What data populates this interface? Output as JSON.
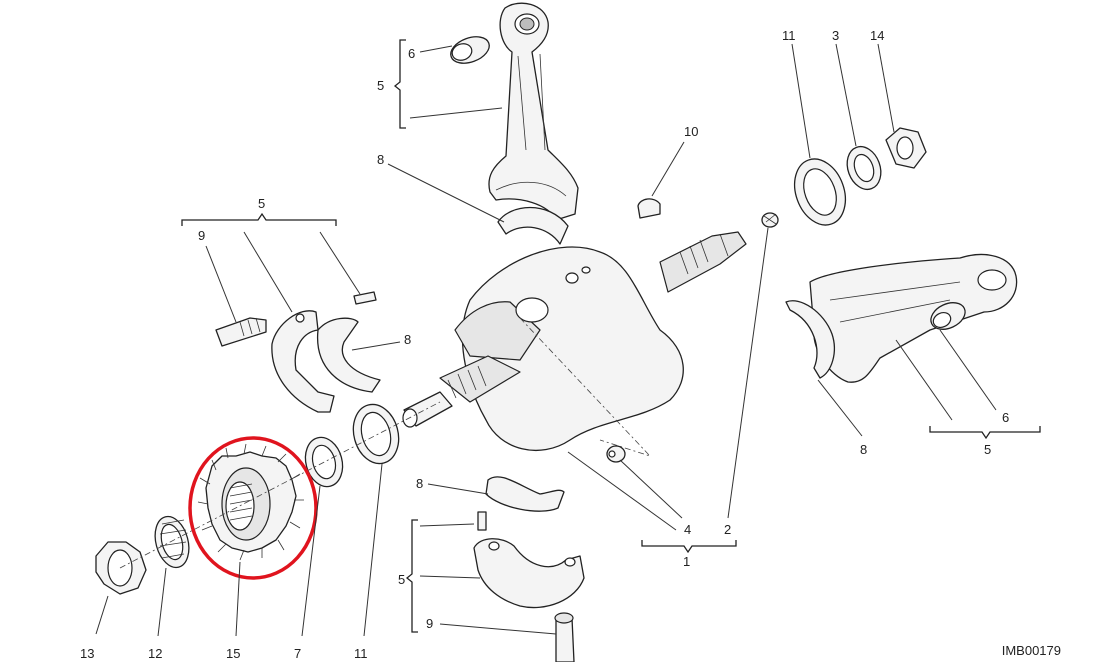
{
  "image_code": "IMB00179",
  "highlight_color": "#e0141e",
  "callouts": {
    "c1": "1",
    "c2": "2",
    "c3": "3",
    "c4": "4",
    "c5a": "5",
    "c5b": "5",
    "c5c": "5",
    "c5d": "5",
    "c6a": "6",
    "c6b": "6",
    "c7": "7",
    "c8a": "8",
    "c8b": "8",
    "c8c": "8",
    "c8d": "8",
    "c9a": "9",
    "c9b": "9",
    "c10": "10",
    "c11a": "11",
    "c11b": "11",
    "c12": "12",
    "c13": "13",
    "c14": "14",
    "c15": "15"
  }
}
